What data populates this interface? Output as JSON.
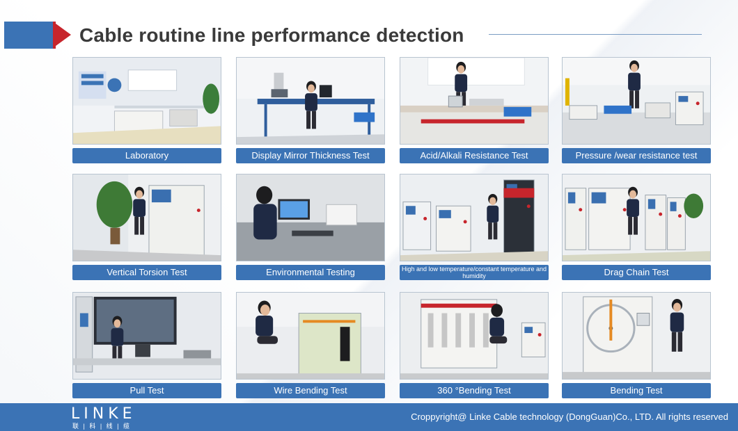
{
  "title": "Cable routine line performance detection",
  "colors": {
    "accent_blue": "#3b73b5",
    "accent_red": "#c7252c",
    "title_text": "#3a3a3a"
  },
  "cards": [
    {
      "caption": "Laboratory",
      "scene": "lab-room"
    },
    {
      "caption": "Display Mirror Thickness Test",
      "scene": "worker-desk"
    },
    {
      "caption": "Acid/Alkali Resistance Test",
      "scene": "worker-bench"
    },
    {
      "caption": "Pressure /wear resistance test",
      "scene": "worker-machines"
    },
    {
      "caption": "Vertical Torsion Test",
      "scene": "worker-cabinet"
    },
    {
      "caption": "Environmental Testing",
      "scene": "worker-computer"
    },
    {
      "caption": "High and low temperature/constant temperature and humidity",
      "scene": "chambers"
    },
    {
      "caption": "Drag Chain Test",
      "scene": "worker-cabinet-row"
    },
    {
      "caption": "Pull Test",
      "scene": "worker-window"
    },
    {
      "caption": "Wire Bending Test",
      "scene": "worker-crouch"
    },
    {
      "caption": "360 °Bending Test",
      "scene": "worker-crouch-rack"
    },
    {
      "caption": "Bending Test",
      "scene": "worker-wheel"
    }
  ],
  "footer": {
    "logo_text": "LINKE",
    "logo_subtext": "联 | 科 | 线 | 缆",
    "copyright": "Croppyright@ Linke Cable technology (DongGuan)Co., LTD. All rights reserved"
  }
}
